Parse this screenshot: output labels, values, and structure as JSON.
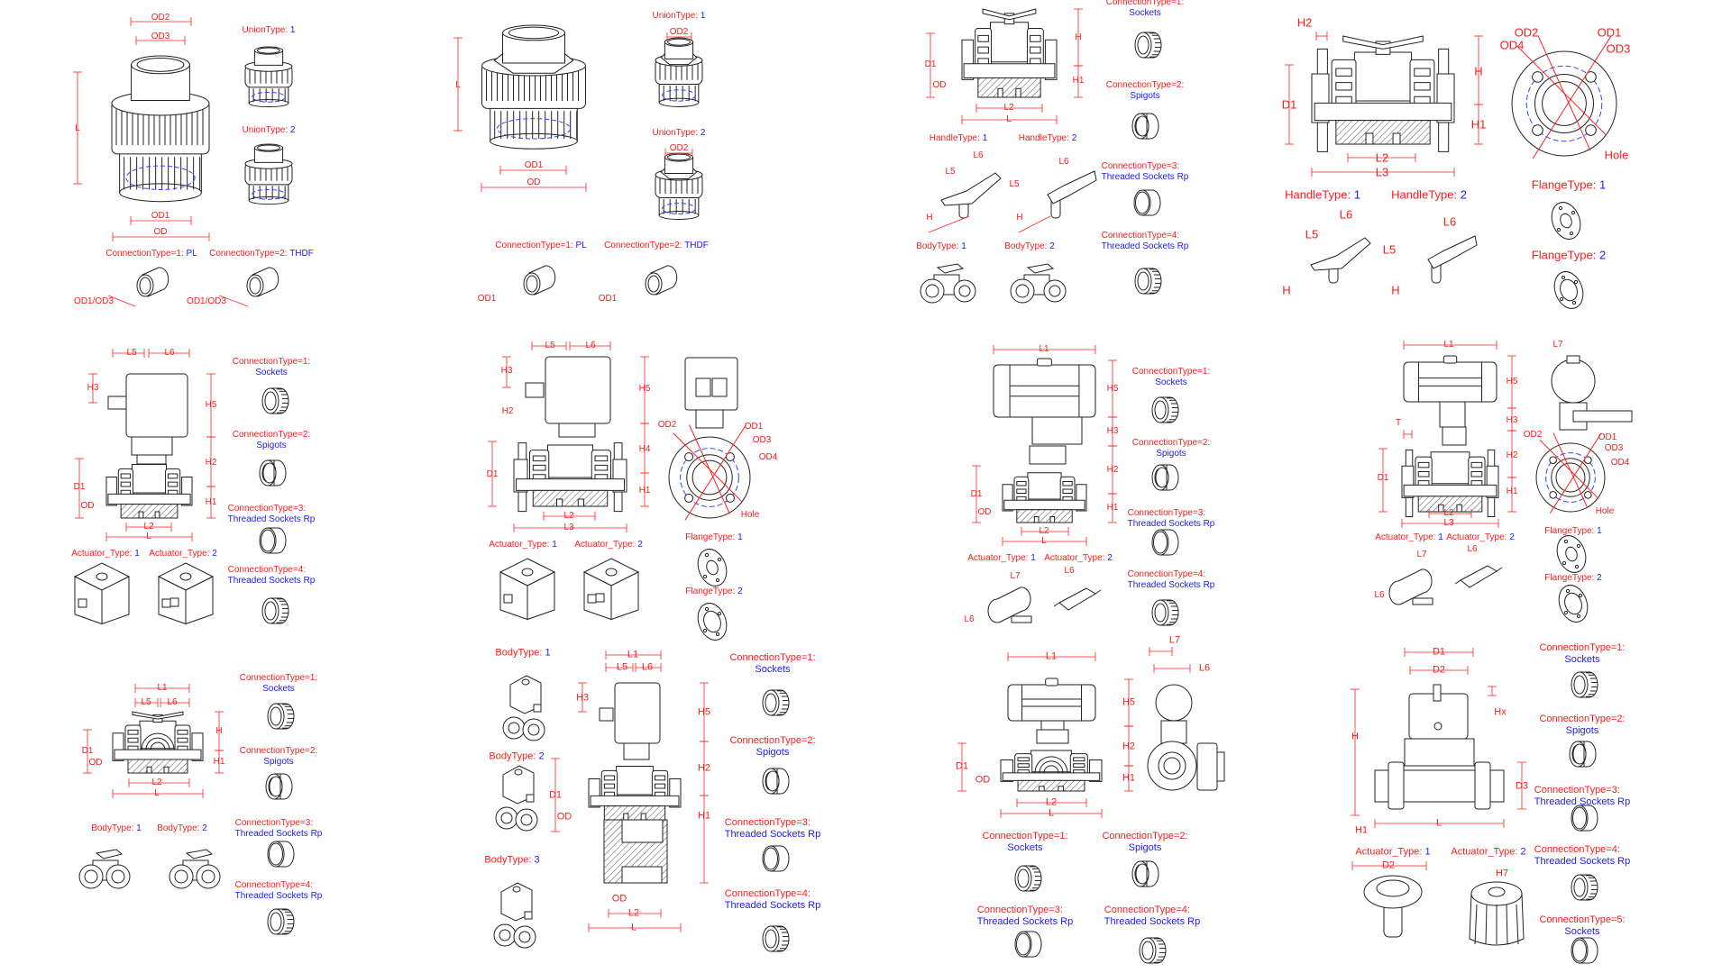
{
  "colors": {
    "label": "#ff1a1a",
    "value": "#1a1aff",
    "line": "#222222"
  },
  "p11": {
    "dims": [
      "OD2",
      "OD3",
      "L",
      "OD1",
      "OD",
      "OD1/OD3",
      "OD1/OD3"
    ],
    "types": [
      {
        "label": "UnionType:",
        "value": "1"
      },
      {
        "label": "UnionType:",
        "value": "2"
      }
    ],
    "conns": [
      {
        "label": "ConnectionType=1:",
        "value": "PL"
      },
      {
        "label": "ConnectionType=2:",
        "value": "THDF"
      }
    ]
  },
  "p12": {
    "dims": [
      "L",
      "OD1",
      "OD",
      "OD2",
      "OD2",
      "OD1",
      "OD1"
    ],
    "types": [
      {
        "label": "UnionType:",
        "value": "1"
      },
      {
        "label": "UnionType:",
        "value": "2"
      }
    ],
    "conns": [
      {
        "label": "ConnectionType=1:",
        "value": "PL"
      },
      {
        "label": "ConnectionType=2:",
        "value": "THDF"
      }
    ]
  },
  "p13": {
    "dims": [
      "D1",
      "OD",
      "H",
      "H1",
      "L2",
      "L",
      "L5",
      "L6",
      "H",
      "L5",
      "L6",
      "H"
    ],
    "handles": [
      {
        "label": "HandleType:",
        "value": "1"
      },
      {
        "label": "HandleType:",
        "value": "2"
      }
    ],
    "bodies": [
      {
        "label": "BodyType:",
        "value": "1"
      },
      {
        "label": "BodyType:",
        "value": "2"
      }
    ],
    "conns": [
      {
        "label": "ConnectionType=1:",
        "value": "Sockets"
      },
      {
        "label": "ConnectionType=2:",
        "value": "Spigots"
      },
      {
        "label": "ConnectionType=3:",
        "value": "Threaded Sockets Rp"
      },
      {
        "label": "ConnectionType=4:",
        "value": "Threaded Sockets Rp"
      }
    ]
  },
  "p14": {
    "dims": [
      "H2",
      "D1",
      "H",
      "H1",
      "L2",
      "L3",
      "OD2",
      "OD1",
      "OD4",
      "OD3",
      "Hole",
      "L5",
      "L6",
      "H",
      "L5",
      "L6",
      "H"
    ],
    "handles": [
      {
        "label": "HandleType:",
        "value": "1"
      },
      {
        "label": "HandleType:",
        "value": "2"
      }
    ],
    "flanges": [
      {
        "label": "FlangeType:",
        "value": "1"
      },
      {
        "label": "FlangeType:",
        "value": "2"
      }
    ]
  },
  "p21": {
    "dims": [
      "L5",
      "L6",
      "H3",
      "H5",
      "H2",
      "D1",
      "OD",
      "H1",
      "L2",
      "L"
    ],
    "actuators": [
      {
        "label": "Actuator_Type:",
        "value": "1"
      },
      {
        "label": "Actuator_Type:",
        "value": "2"
      }
    ],
    "conns": [
      {
        "label": "ConnectionType=1:",
        "value": "Sockets"
      },
      {
        "label": "ConnectionType=2:",
        "value": "Spigots"
      },
      {
        "label": "ConnectionType=3:",
        "value": "Threaded Sockets Rp"
      },
      {
        "label": "ConnectionType=4:",
        "value": "Threaded Sockets Rp"
      }
    ]
  },
  "p22": {
    "dims": [
      "L5",
      "L6",
      "H3",
      "H5",
      "H2",
      "H4",
      "D1",
      "H1",
      "L2",
      "L3",
      "OD2",
      "OD1",
      "OD3",
      "OD4",
      "Hole"
    ],
    "actuators": [
      {
        "label": "Actuator_Type:",
        "value": "1"
      },
      {
        "label": "Actuator_Type:",
        "value": "2"
      }
    ],
    "flanges": [
      {
        "label": "FlangeType:",
        "value": "1"
      },
      {
        "label": "FlangeType:",
        "value": "2"
      }
    ]
  },
  "p23": {
    "dims": [
      "L1",
      "H5",
      "H3",
      "H2",
      "D1",
      "OD",
      "H1",
      "L2",
      "L",
      "L7",
      "L6",
      "L6"
    ],
    "actuators": [
      {
        "label": "Actuator_Type:",
        "value": "1"
      },
      {
        "label": "Actuator_Type:",
        "value": "2"
      }
    ],
    "conns": [
      {
        "label": "ConnectionType=1:",
        "value": "Sockets"
      },
      {
        "label": "ConnectionType=2:",
        "value": "Spigots"
      },
      {
        "label": "ConnectionType=3:",
        "value": "Threaded Sockets Rp"
      },
      {
        "label": "ConnectionType=4:",
        "value": "Threaded Sockets Rp"
      }
    ]
  },
  "p24": {
    "dims": [
      "L1",
      "H5",
      "T",
      "H3",
      "H2",
      "D1",
      "H1",
      "L2",
      "L3",
      "L7",
      "OD2",
      "OD1",
      "OD3",
      "OD4",
      "Hole",
      "L7",
      "L6",
      "L6"
    ],
    "actuators": [
      {
        "label": "Actuator_Type:",
        "value": "1"
      },
      {
        "label": "Actuator_Type:",
        "value": "2"
      }
    ],
    "flanges": [
      {
        "label": "FlangeType:",
        "value": "1"
      },
      {
        "label": "FlangeType:",
        "value": "2"
      }
    ]
  },
  "p31": {
    "dims": [
      "L1",
      "L5",
      "L6",
      "H",
      "D1",
      "OD",
      "H1",
      "L2",
      "L"
    ],
    "bodies": [
      {
        "label": "BodyType:",
        "value": "1"
      },
      {
        "label": "BodyType:",
        "value": "2"
      }
    ],
    "conns": [
      {
        "label": "ConnectionType=1:",
        "value": "Sockets"
      },
      {
        "label": "ConnectionType=2:",
        "value": "Spigots"
      },
      {
        "label": "ConnectionType=3:",
        "value": "Threaded Sockets Rp"
      },
      {
        "label": "ConnectionType=4:",
        "value": "Threaded Sockets Rp"
      }
    ]
  },
  "p32": {
    "dims": [
      "L1",
      "L5",
      "L6",
      "H3",
      "H5",
      "H2",
      "D1",
      "OD",
      "H1",
      "OD",
      "L2",
      "L"
    ],
    "bodies": [
      {
        "label": "BodyType:",
        "value": "1"
      },
      {
        "label": "BodyType:",
        "value": "2"
      },
      {
        "label": "BodyType:",
        "value": "3"
      }
    ],
    "conns": [
      {
        "label": "ConnectionType=1:",
        "value": "Sockets"
      },
      {
        "label": "ConnectionType=2:",
        "value": "Spigots"
      },
      {
        "label": "ConnectionType=3:",
        "value": "Threaded Sockets Rp"
      },
      {
        "label": "ConnectionType=4:",
        "value": "Threaded Sockets Rp"
      }
    ]
  },
  "p33": {
    "dims": [
      "L1",
      "H5",
      "H2",
      "D1",
      "OD",
      "H1",
      "L2",
      "L",
      "L7",
      "L6"
    ],
    "conns": [
      {
        "label": "ConnectionType=1:",
        "value": "Sockets"
      },
      {
        "label": "ConnectionType=2:",
        "value": "Spigots"
      },
      {
        "label": "ConnectionType=3:",
        "value": "Threaded Sockets Rp"
      },
      {
        "label": "ConnectionType=4:",
        "value": "Threaded Sockets Rp"
      }
    ]
  },
  "p34": {
    "dims": [
      "D1",
      "D2",
      "Hx",
      "H",
      "D3",
      "L",
      "H1",
      "D2",
      "H7"
    ],
    "actuators": [
      {
        "label": "Actuator_Type:",
        "value": "1"
      },
      {
        "label": "Actuator_Type:",
        "value": "2"
      }
    ],
    "conns": [
      {
        "label": "ConnectionType=1:",
        "value": "Sockets"
      },
      {
        "label": "ConnectionType=2:",
        "value": "Spigots"
      },
      {
        "label": "ConnectionType=3:",
        "value": "Threaded Sockets Rp"
      },
      {
        "label": "ConnectionType=4:",
        "value": "Threaded Sockets Rp"
      },
      {
        "label": "ConnectionType=5:",
        "value": "Sockets"
      }
    ]
  }
}
